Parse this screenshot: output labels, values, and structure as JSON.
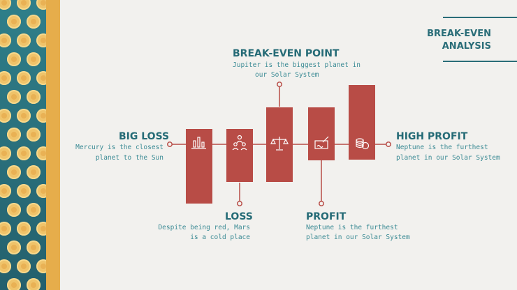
{
  "title": "BREAK-EVEN\nANALYSIS",
  "colors": {
    "bar": "#b84c46",
    "line": "#b84c46",
    "heading": "#256b76",
    "text": "#3a8a94",
    "pattern_bg": "#2a6d78",
    "flower": "#efc36a",
    "stripe": "#e6ad4b"
  },
  "items": [
    {
      "heading": "BIG LOSS",
      "desc_line1": "Mercury is the closest",
      "desc_line2": "planet to the Sun",
      "icon": "bar-chart-icon"
    },
    {
      "heading": "LOSS",
      "desc_line1": "Despite being red, Mars",
      "desc_line2": "is a cold place",
      "icon": "team-icon"
    },
    {
      "heading": "BREAK-EVEN POINT",
      "desc_line1": "Jupiter is the biggest planet in",
      "desc_line2": "our Solar System",
      "icon": "balance-scale-icon"
    },
    {
      "heading": "PROFIT",
      "desc_line1": "Neptune is the furthest",
      "desc_line2": "planet in our Solar System",
      "icon": "signed-check-icon"
    },
    {
      "heading": "HIGH PROFIT",
      "desc_line1": "Neptune is the furthest",
      "desc_line2": "planet in our Solar System",
      "icon": "coin-stack-icon"
    }
  ]
}
